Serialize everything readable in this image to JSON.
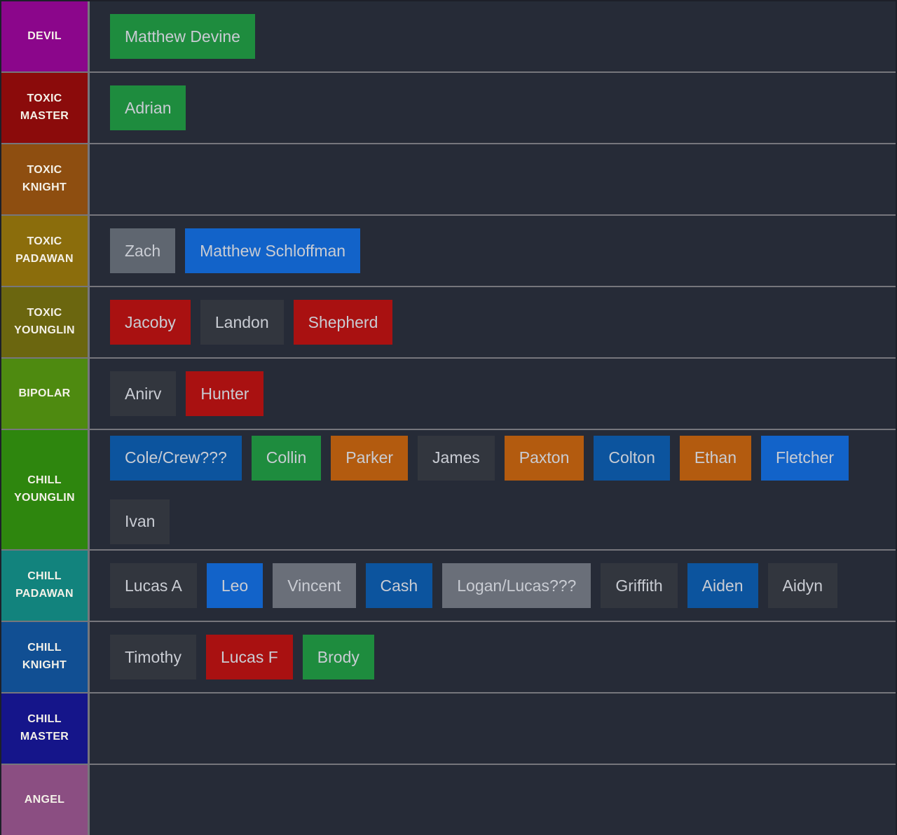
{
  "board": {
    "background": "#262b37",
    "grid_line_color": "#76767c",
    "tile_text_color": "#c9ccd3",
    "label_text_color": "#f4f1e8"
  },
  "palette": {
    "green": "#1e8c3e",
    "bright_blue": "#1263c9",
    "deep_blue": "#0c549e",
    "red": "#a91111",
    "orange": "#b35b0f",
    "gray": "#5f6670",
    "mid_gray": "#6a6f79",
    "slate": "#32363e"
  },
  "tiers": [
    {
      "label": "DEVIL",
      "color": "#8b068b",
      "tiles": [
        {
          "name": "Matthew Devine",
          "color": "green"
        }
      ]
    },
    {
      "label": "TOXIC MASTER",
      "color": "#8b0b0b",
      "tiles": [
        {
          "name": "Adrian",
          "color": "green"
        }
      ]
    },
    {
      "label": "TOXIC KNIGHT",
      "color": "#8e4e10",
      "tiles": []
    },
    {
      "label": "TOXIC PADAWAN",
      "color": "#8b6d0c",
      "tiles": [
        {
          "name": "Zach",
          "color": "gray"
        },
        {
          "name": "Matthew Schloffman",
          "color": "bright_blue"
        }
      ]
    },
    {
      "label": "TOXIC YOUNGLIN",
      "color": "#6b660f",
      "tiles": [
        {
          "name": "Jacoby",
          "color": "red"
        },
        {
          "name": "Landon",
          "color": "slate"
        },
        {
          "name": "Shepherd",
          "color": "red"
        }
      ]
    },
    {
      "label": "BIPOLAR",
      "color": "#4e8a10",
      "tiles": [
        {
          "name": "Anirv",
          "color": "slate"
        },
        {
          "name": "Hunter",
          "color": "red"
        }
      ]
    },
    {
      "label": "CHILL YOUNGLIN",
      "color": "#2e860e",
      "tiles": [
        {
          "name": "Cole/Crew???",
          "color": "deep_blue"
        },
        {
          "name": "Collin",
          "color": "green"
        },
        {
          "name": "Parker",
          "color": "orange"
        },
        {
          "name": "James",
          "color": "slate"
        },
        {
          "name": "Paxton",
          "color": "orange"
        },
        {
          "name": "Colton",
          "color": "deep_blue"
        },
        {
          "name": "Ethan",
          "color": "orange"
        },
        {
          "name": "Fletcher",
          "color": "bright_blue"
        },
        {
          "name": "Ivan",
          "color": "slate"
        }
      ]
    },
    {
      "label": "CHILL PADAWAN",
      "color": "#12837d",
      "tiles": [
        {
          "name": "Lucas A",
          "color": "slate"
        },
        {
          "name": "Leo",
          "color": "bright_blue"
        },
        {
          "name": "Vincent",
          "color": "mid_gray"
        },
        {
          "name": "Cash",
          "color": "deep_blue"
        },
        {
          "name": "Logan/Lucas???",
          "color": "mid_gray"
        },
        {
          "name": "Griffith",
          "color": "slate"
        },
        {
          "name": "Aiden",
          "color": "deep_blue"
        },
        {
          "name": "Aidyn",
          "color": "slate"
        }
      ]
    },
    {
      "label": "CHILL KNIGHT",
      "color": "#114f93",
      "tiles": [
        {
          "name": "Timothy",
          "color": "slate"
        },
        {
          "name": "Lucas F",
          "color": "red"
        },
        {
          "name": "Brody",
          "color": "green"
        }
      ]
    },
    {
      "label": "CHILL MASTER",
      "color": "#15158a",
      "tiles": []
    },
    {
      "label": "ANGEL",
      "color": "#8b4e82",
      "tiles": []
    }
  ]
}
